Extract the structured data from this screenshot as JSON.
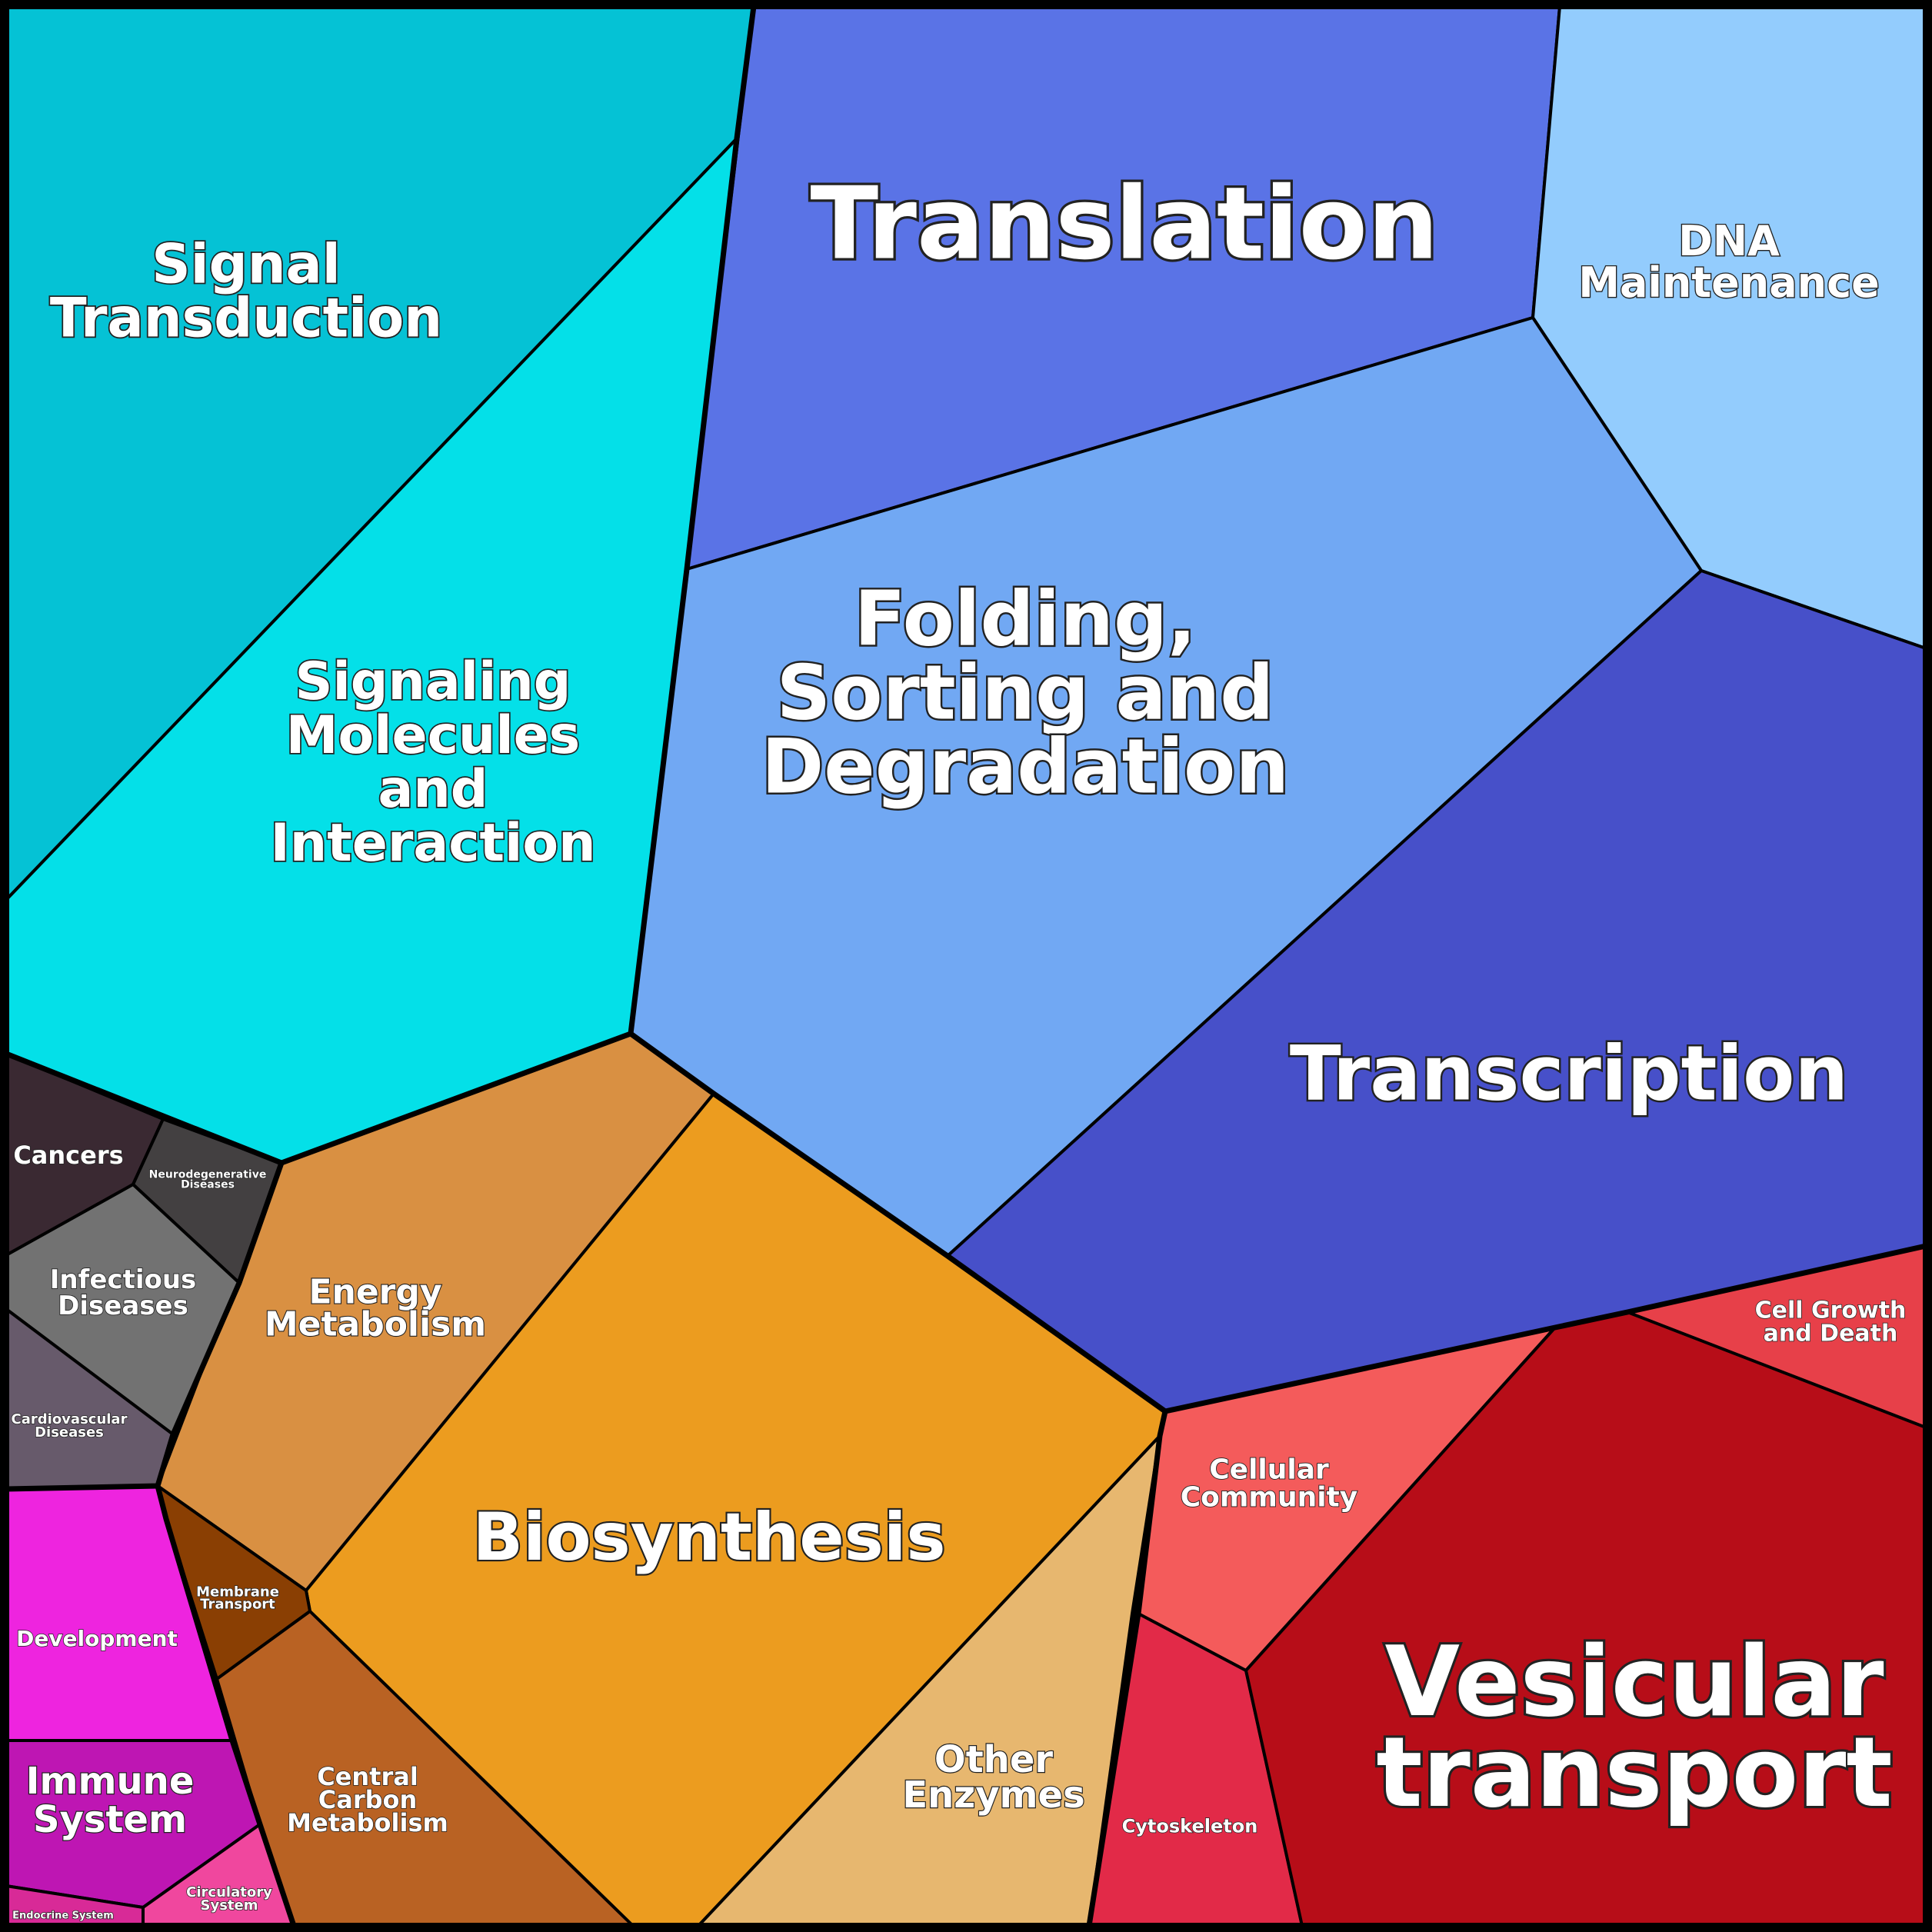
{
  "diagram": {
    "type": "voronoi-treemap",
    "colors": {
      "signal_transduction": "#05C2D5",
      "signaling_molecules": "#04E0E8",
      "translation": "#5A73E6",
      "dna_maintenance": "#93CCFD",
      "folding": "#71A8F3",
      "transcription": "#4750C9",
      "energy_metabolism": "#D99042",
      "biosynthesis": "#EC9C1F",
      "other_enzymes": "#E7B76F",
      "membrane_transport": "#8A3F03",
      "central_carbon": "#B96223",
      "cancers": "#3A2932",
      "neurodegenerative": "#434041",
      "infectious": "#727272",
      "cardiovascular": "#675A6B",
      "development": "#EE24DF",
      "immune": "#BE16B3",
      "circulatory": "#F0479E",
      "endocrine": "#D82A97",
      "cellular_community": "#F45B5B",
      "cell_growth": "#E74049",
      "cytoskeleton": "#E22A48",
      "vesicular": "#B70D18"
    },
    "cells": [
      {
        "id": "signal_transduction",
        "label": [
          "Signal",
          "Transduction"
        ]
      },
      {
        "id": "signaling_molecules",
        "label": [
          "Signaling",
          "Molecules",
          "and",
          "Interaction"
        ]
      },
      {
        "id": "translation",
        "label": [
          "Translation"
        ]
      },
      {
        "id": "dna_maintenance",
        "label": [
          "DNA",
          "Maintenance"
        ]
      },
      {
        "id": "folding",
        "label": [
          "Folding,",
          "Sorting and",
          "Degradation"
        ]
      },
      {
        "id": "transcription",
        "label": [
          "Transcription"
        ]
      },
      {
        "id": "energy_metabolism",
        "label": [
          "Energy",
          "Metabolism"
        ]
      },
      {
        "id": "biosynthesis",
        "label": [
          "Biosynthesis"
        ]
      },
      {
        "id": "other_enzymes",
        "label": [
          "Other",
          "Enzymes"
        ]
      },
      {
        "id": "membrane_transport",
        "label": [
          "Membrane",
          "Transport"
        ]
      },
      {
        "id": "central_carbon",
        "label": [
          "Central",
          "Carbon",
          "Metabolism"
        ]
      },
      {
        "id": "cancers",
        "label": [
          "Cancers"
        ]
      },
      {
        "id": "neurodegenerative",
        "label": [
          "Neurodegenerative",
          "Diseases"
        ]
      },
      {
        "id": "infectious",
        "label": [
          "Infectious",
          "Diseases"
        ]
      },
      {
        "id": "cardiovascular",
        "label": [
          "Cardiovascular",
          "Diseases"
        ]
      },
      {
        "id": "development",
        "label": [
          "Development"
        ]
      },
      {
        "id": "immune",
        "label": [
          "Immune",
          "System"
        ]
      },
      {
        "id": "circulatory",
        "label": [
          "Circulatory",
          "System"
        ]
      },
      {
        "id": "endocrine",
        "label": [
          "Endocrine System"
        ]
      },
      {
        "id": "cellular_community",
        "label": [
          "Cellular",
          "Community"
        ]
      },
      {
        "id": "cell_growth",
        "label": [
          "Cell Growth",
          "and Death"
        ]
      },
      {
        "id": "cytoskeleton",
        "label": [
          "Cytoskeleton"
        ]
      },
      {
        "id": "vesicular",
        "label": [
          "Vesicular",
          "transport"
        ]
      }
    ]
  }
}
